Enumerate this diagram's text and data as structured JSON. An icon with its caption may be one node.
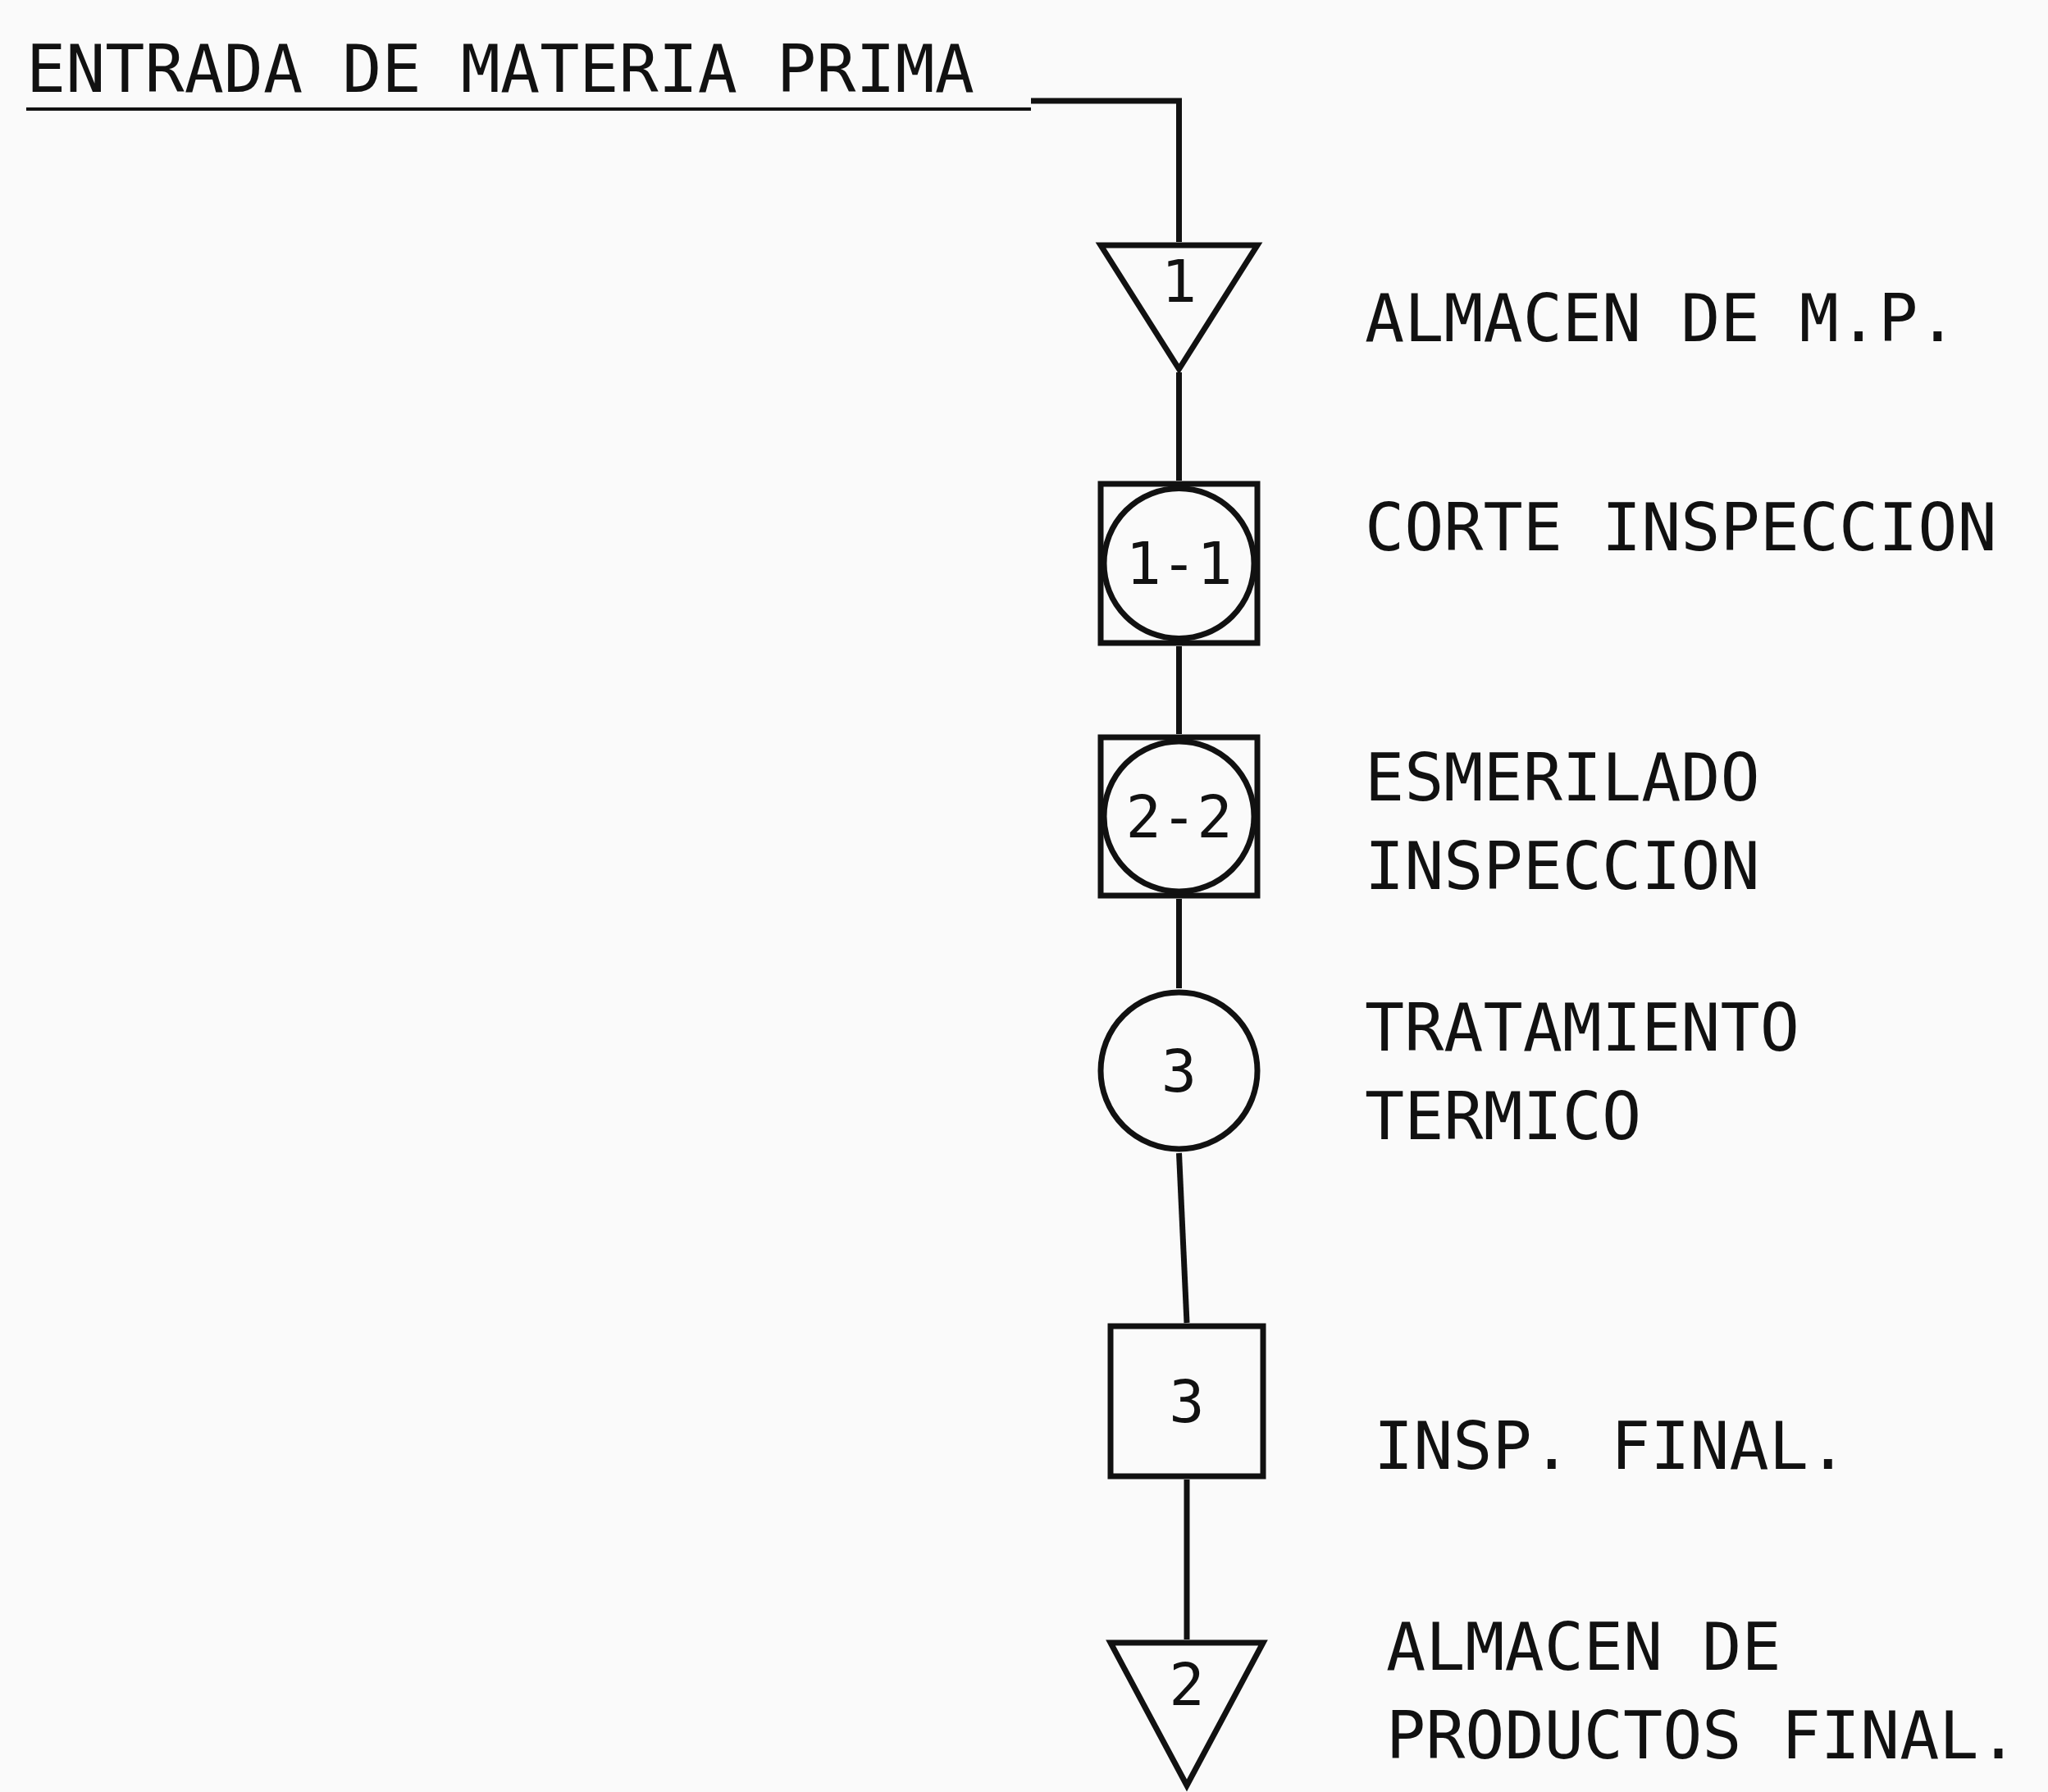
{
  "diagram": {
    "nodes": [
      {
        "text": [
          "ENTRADA DE MATERIA PRIMA"
        ]
      },
      {
        "text": [
          "1"
        ],
        "beside": [
          "ALMACEN DE M.P."
        ]
      },
      {
        "text": [
          "1-1"
        ],
        "beside": [
          "CORTE INSPECCION"
        ]
      },
      {
        "text": [
          "2-2"
        ],
        "beside": [
          "ESMERILADO INSPECCION"
        ]
      },
      {
        "text": [
          "3"
        ],
        "beside": [
          "TRATAMIENTO TERMICO"
        ]
      },
      {
        "text": [
          "3"
        ],
        "beside": [
          "INSP. FINAL."
        ]
      },
      {
        "text": [
          "2"
        ],
        "beside": [
          "ALMACEN DE PRODUCTOS FINAL."
        ]
      }
    ],
    "edges": [
      {
        "from": 0,
        "to": 1,
        "arrow": "none"
      },
      {
        "from": 1,
        "to": 2,
        "arrow": "none"
      },
      {
        "from": 2,
        "to": 3,
        "arrow": "none"
      },
      {
        "from": 3,
        "to": 4,
        "arrow": "none"
      },
      {
        "from": 4,
        "to": 5,
        "arrow": "none"
      },
      {
        "from": 5,
        "to": 6,
        "arrow": "none"
      }
    ]
  }
}
